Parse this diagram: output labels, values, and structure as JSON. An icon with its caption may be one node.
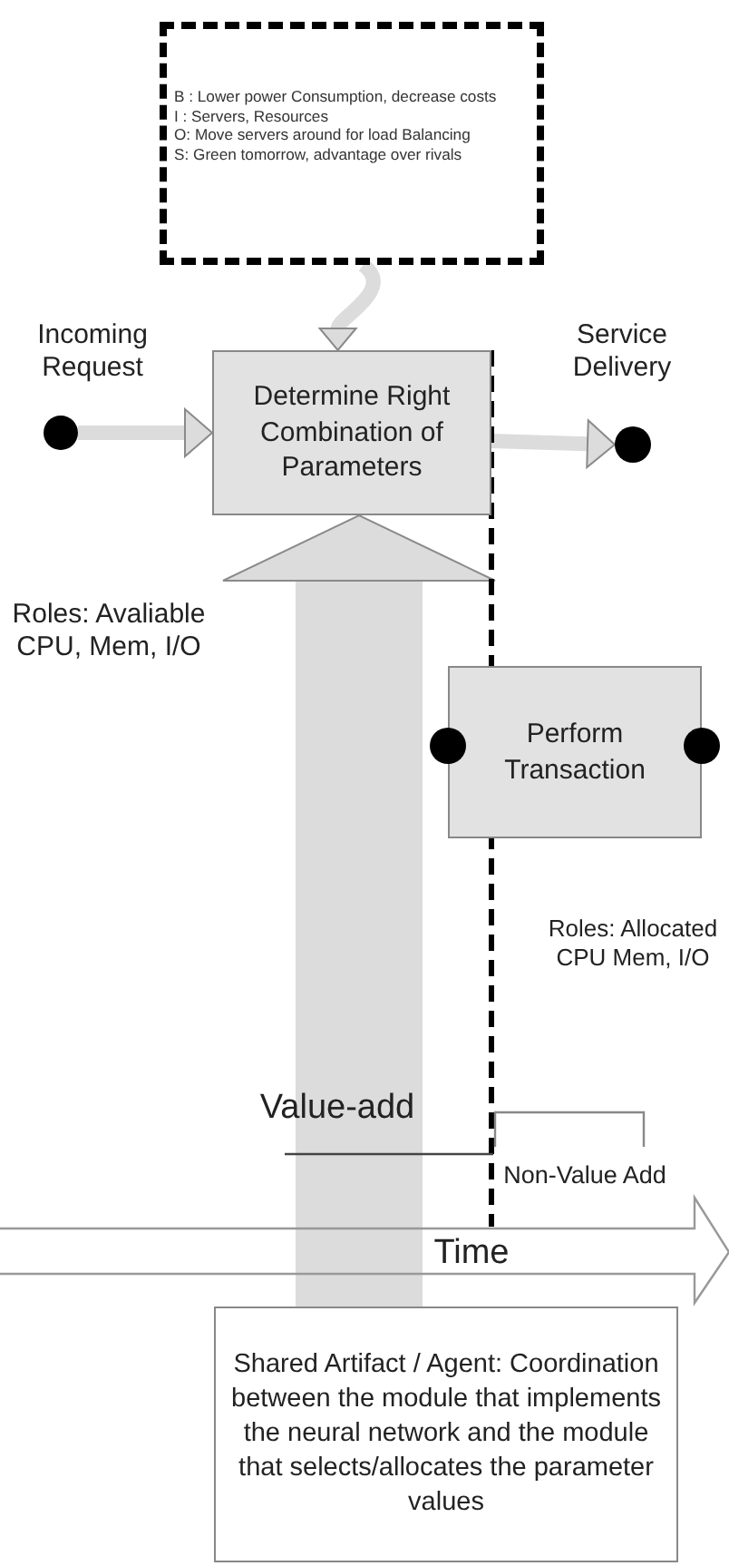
{
  "diagram": {
    "nodes": [
      {
        "text": [
          "B : Lower power Consumption, decrease costs",
          "I : Servers, Resources",
          "O: Move servers around for load Balancing",
          "S: Green tomorrow, advantage over rivals"
        ]
      },
      {
        "text": [
          "Determine Right Combination of Parameters"
        ]
      },
      {
        "text": [],
        "shape": "circle",
        "beside": [
          "Incoming Request"
        ]
      },
      {
        "text": [],
        "shape": "circle",
        "beside": [
          "Service Delivery"
        ]
      },
      {
        "text": [
          "Perform Transaction"
        ]
      },
      {
        "text": [],
        "shape": "circle"
      },
      {
        "text": [],
        "shape": "circle"
      },
      {
        "text": [
          "Shared Artifact / Agent: Coordination between the module that implements the neural network and the module that selects/allocates the parameter values"
        ]
      }
    ],
    "edges": [
      {
        "from": 0,
        "to": 1,
        "arrow": "to"
      },
      {
        "from": 2,
        "to": 1,
        "arrow": "to"
      },
      {
        "from": 1,
        "to": 3,
        "arrow": "to"
      },
      {
        "from": 7,
        "to": 1,
        "arrow": "to",
        "style": "thick"
      }
    ],
    "labels": [
      "Roles: Avaliable CPU, Mem, I/O",
      "Roles: Allocated CPU Mem, I/O",
      "Value-add",
      "Non-Value Add",
      "Time"
    ]
  }
}
